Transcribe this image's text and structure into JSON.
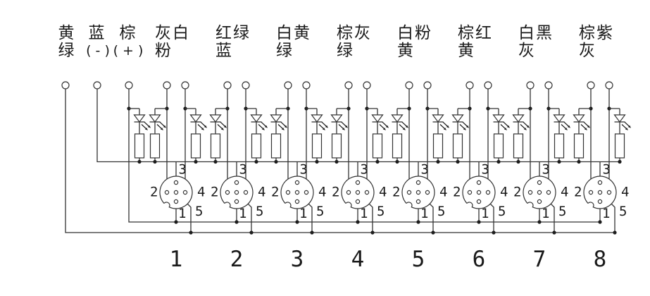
{
  "supply_wires": [
    {
      "line1": "黄",
      "line2": "绿"
    },
    {
      "line1": "蓝",
      "line2": "( - )"
    },
    {
      "line1": "棕",
      "line2": "( + )"
    }
  ],
  "ports": [
    {
      "number": "1",
      "line1": "灰白",
      "line2": "粉"
    },
    {
      "number": "2",
      "line1": "红绿",
      "line2": "蓝"
    },
    {
      "number": "3",
      "line1": "白黄",
      "line2": "绿"
    },
    {
      "number": "4",
      "line1": "棕灰",
      "line2": "绿"
    },
    {
      "number": "5",
      "line1": "白粉",
      "line2": "黄"
    },
    {
      "number": "6",
      "line1": "棕红",
      "line2": "黄"
    },
    {
      "number": "7",
      "line1": "白黑",
      "line2": "灰"
    },
    {
      "number": "8",
      "line1": "棕紫",
      "line2": "灰"
    }
  ],
  "pin_labels": {
    "p1": "1",
    "p2": "2",
    "p3": "3",
    "p4": "4",
    "p5": "5"
  },
  "colors": {
    "line": "#333333",
    "background": "#ffffff"
  }
}
